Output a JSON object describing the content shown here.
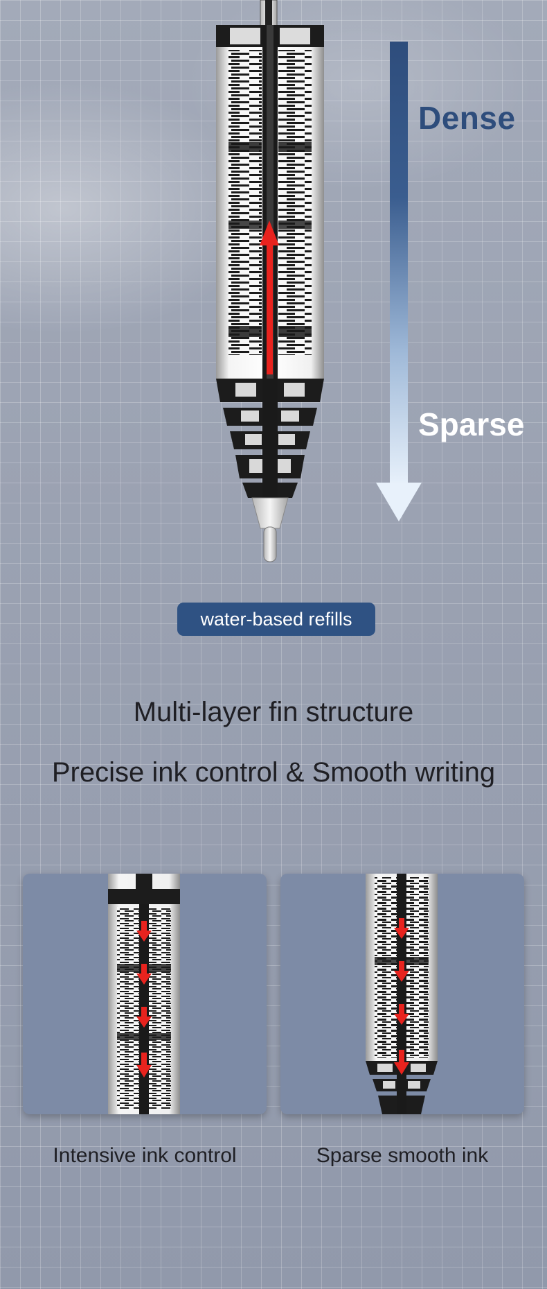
{
  "hero": {
    "dense_label": "Dense",
    "sparse_label": "Sparse",
    "arrow_gradient": [
      "#2e4d7c",
      "#e8f1fb"
    ],
    "flow_arrow_color": "#e8231e"
  },
  "badge": {
    "label": "water-based refills",
    "color": "#2f5283"
  },
  "headline": {
    "line1": "Multi-layer fin structure",
    "line2": "Precise ink control & Smooth writing"
  },
  "panels": [
    {
      "caption": "Intensive ink control"
    },
    {
      "caption": "Sparse smooth ink"
    }
  ],
  "colors": {
    "panel_bg": "#7d8ba6",
    "text": "#1f1f24"
  }
}
